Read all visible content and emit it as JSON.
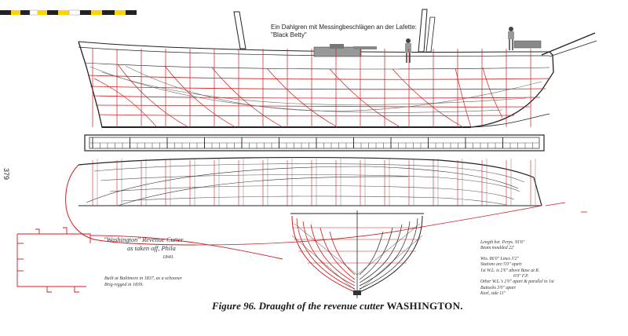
{
  "annotation": {
    "line1": "Ein Dahlgren mit Messingbeschlägen an der Lafette:",
    "line2": "\"Black Betty\""
  },
  "caption": {
    "prefix": "Figure 96. Draught of the revenue cutter ",
    "vessel": "WASHINGTON."
  },
  "page_number": "379",
  "sheet_inscription": {
    "title": "\"Washington\" Revenue Cutter",
    "subtitle": "as taken off, Phila",
    "date": "1840."
  },
  "build_note": {
    "line1": "Built at Baltimore in 1837, as a schooner",
    "line2": "Brig-rigged in 1839."
  },
  "dimensions": {
    "l1": "Length bet. Perps. 91'6\"",
    "l2": "Beam moulded 22'",
    "l3": "Wts. 86'0\" Lines 3'2\"",
    "l4": "Stations are 5'0\" apart",
    "l5": "1st W.L. is 2'6\" above Base at R.",
    "l6": "6'0\"    F.P.",
    "l7": "Other W.L.'s 2'0\" apart & parallel to 1st",
    "l8": "Buttocks 3'0\" apart",
    "l9": "Keel, side 11\""
  },
  "colors": {
    "ink": "#222222",
    "red": "#cc1f1f",
    "grey": "#8a8a8a"
  }
}
